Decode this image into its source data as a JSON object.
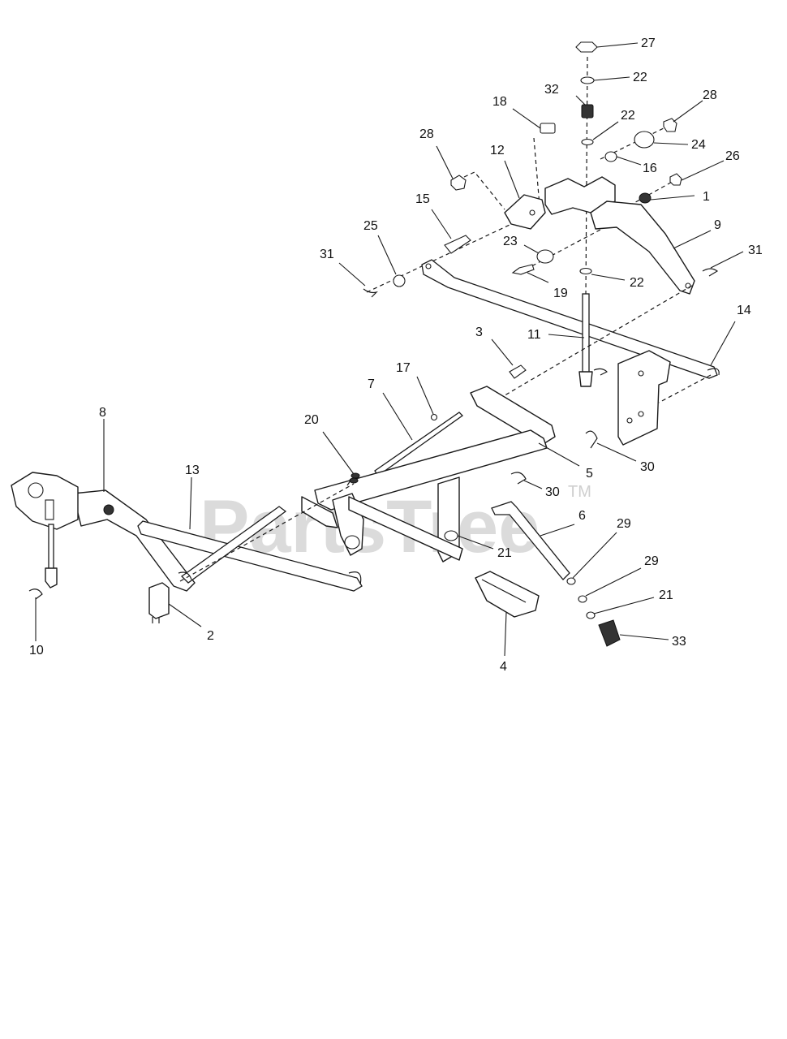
{
  "watermark": {
    "text": "PartsTree",
    "trademark": "TM"
  },
  "callouts": [
    {
      "id": "c27a",
      "label": "27"
    },
    {
      "id": "c22a",
      "label": "22"
    },
    {
      "id": "c32",
      "label": "32"
    },
    {
      "id": "c18",
      "label": "18"
    },
    {
      "id": "c22b",
      "label": "22"
    },
    {
      "id": "c28a",
      "label": "28"
    },
    {
      "id": "c28b",
      "label": "28"
    },
    {
      "id": "c24",
      "label": "24"
    },
    {
      "id": "c12",
      "label": "12"
    },
    {
      "id": "c16",
      "label": "16"
    },
    {
      "id": "c26",
      "label": "26"
    },
    {
      "id": "c15",
      "label": "15"
    },
    {
      "id": "c1",
      "label": "1"
    },
    {
      "id": "c25",
      "label": "25"
    },
    {
      "id": "c9",
      "label": "9"
    },
    {
      "id": "c23",
      "label": "23"
    },
    {
      "id": "c31a",
      "label": "31"
    },
    {
      "id": "c31b",
      "label": "31"
    },
    {
      "id": "c19",
      "label": "19"
    },
    {
      "id": "c22c",
      "label": "22"
    },
    {
      "id": "c14",
      "label": "14"
    },
    {
      "id": "c3",
      "label": "3"
    },
    {
      "id": "c11",
      "label": "11"
    },
    {
      "id": "c17",
      "label": "17"
    },
    {
      "id": "c7",
      "label": "7"
    },
    {
      "id": "c8",
      "label": "8"
    },
    {
      "id": "c20",
      "label": "20"
    },
    {
      "id": "c30a",
      "label": "30"
    },
    {
      "id": "c13",
      "label": "13"
    },
    {
      "id": "c5",
      "label": "5"
    },
    {
      "id": "c30b",
      "label": "30"
    },
    {
      "id": "c6",
      "label": "6"
    },
    {
      "id": "c21a",
      "label": "21"
    },
    {
      "id": "c29a",
      "label": "29"
    },
    {
      "id": "c29b",
      "label": "29"
    },
    {
      "id": "c21b",
      "label": "21"
    },
    {
      "id": "c2",
      "label": "2"
    },
    {
      "id": "c33",
      "label": "33"
    },
    {
      "id": "c10",
      "label": "10"
    },
    {
      "id": "c4",
      "label": "4"
    }
  ]
}
